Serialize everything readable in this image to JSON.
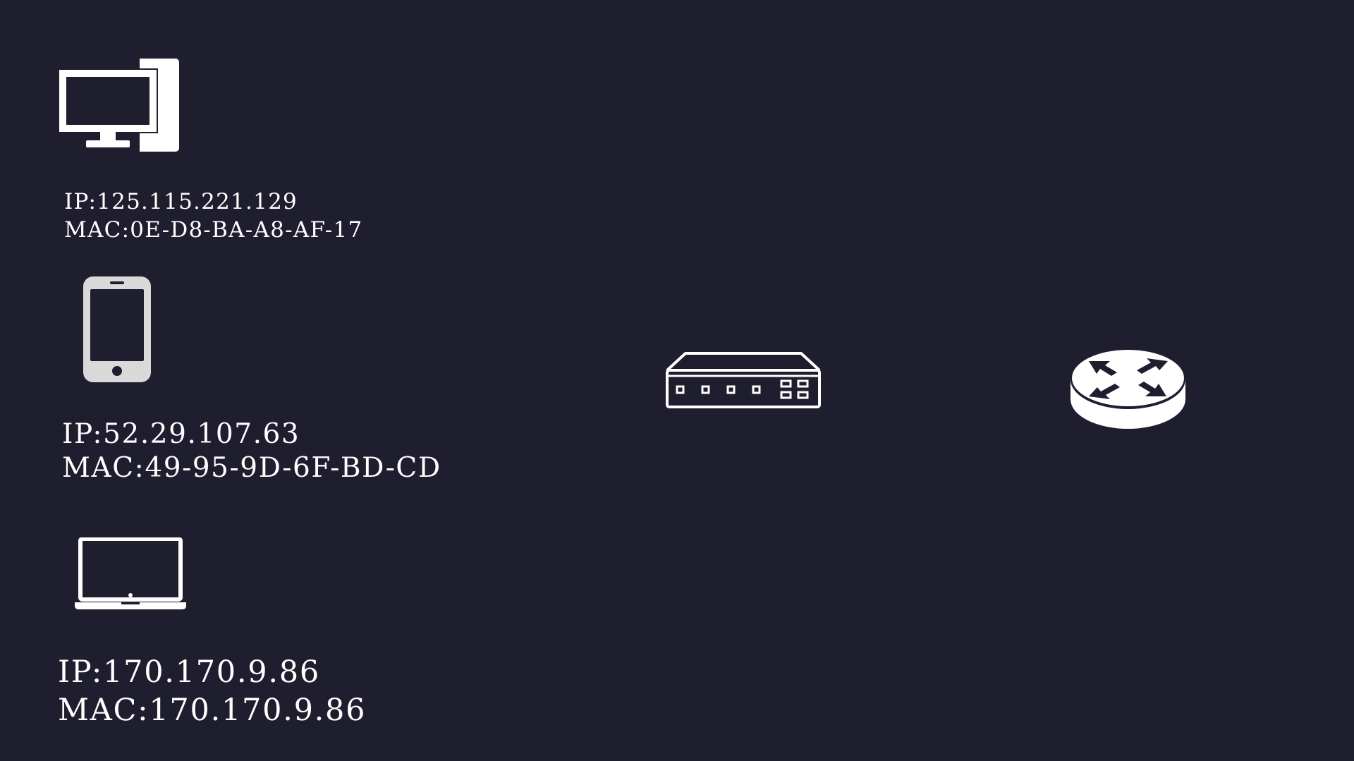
{
  "devices": [
    {
      "type": "desktop",
      "icon": "desktop-computer-icon",
      "ip_label": "IP:125.115.221.129",
      "mac_label": "MAC:0E-D8-BA-A8-AF-17"
    },
    {
      "type": "phone",
      "icon": "smartphone-icon",
      "ip_label": "IP:52.29.107.63",
      "mac_label": "MAC:49-95-9D-6F-BD-CD"
    },
    {
      "type": "laptop",
      "icon": "laptop-icon",
      "ip_label": "IP:170.170.9.86",
      "mac_label": "MAC:170.170.9.86"
    }
  ],
  "network": {
    "switch_icon": "network-switch-icon",
    "router_icon": "router-icon"
  },
  "colors": {
    "background": "#1f1e2e",
    "foreground": "#ffffff",
    "phone": "#d9d9d9"
  }
}
